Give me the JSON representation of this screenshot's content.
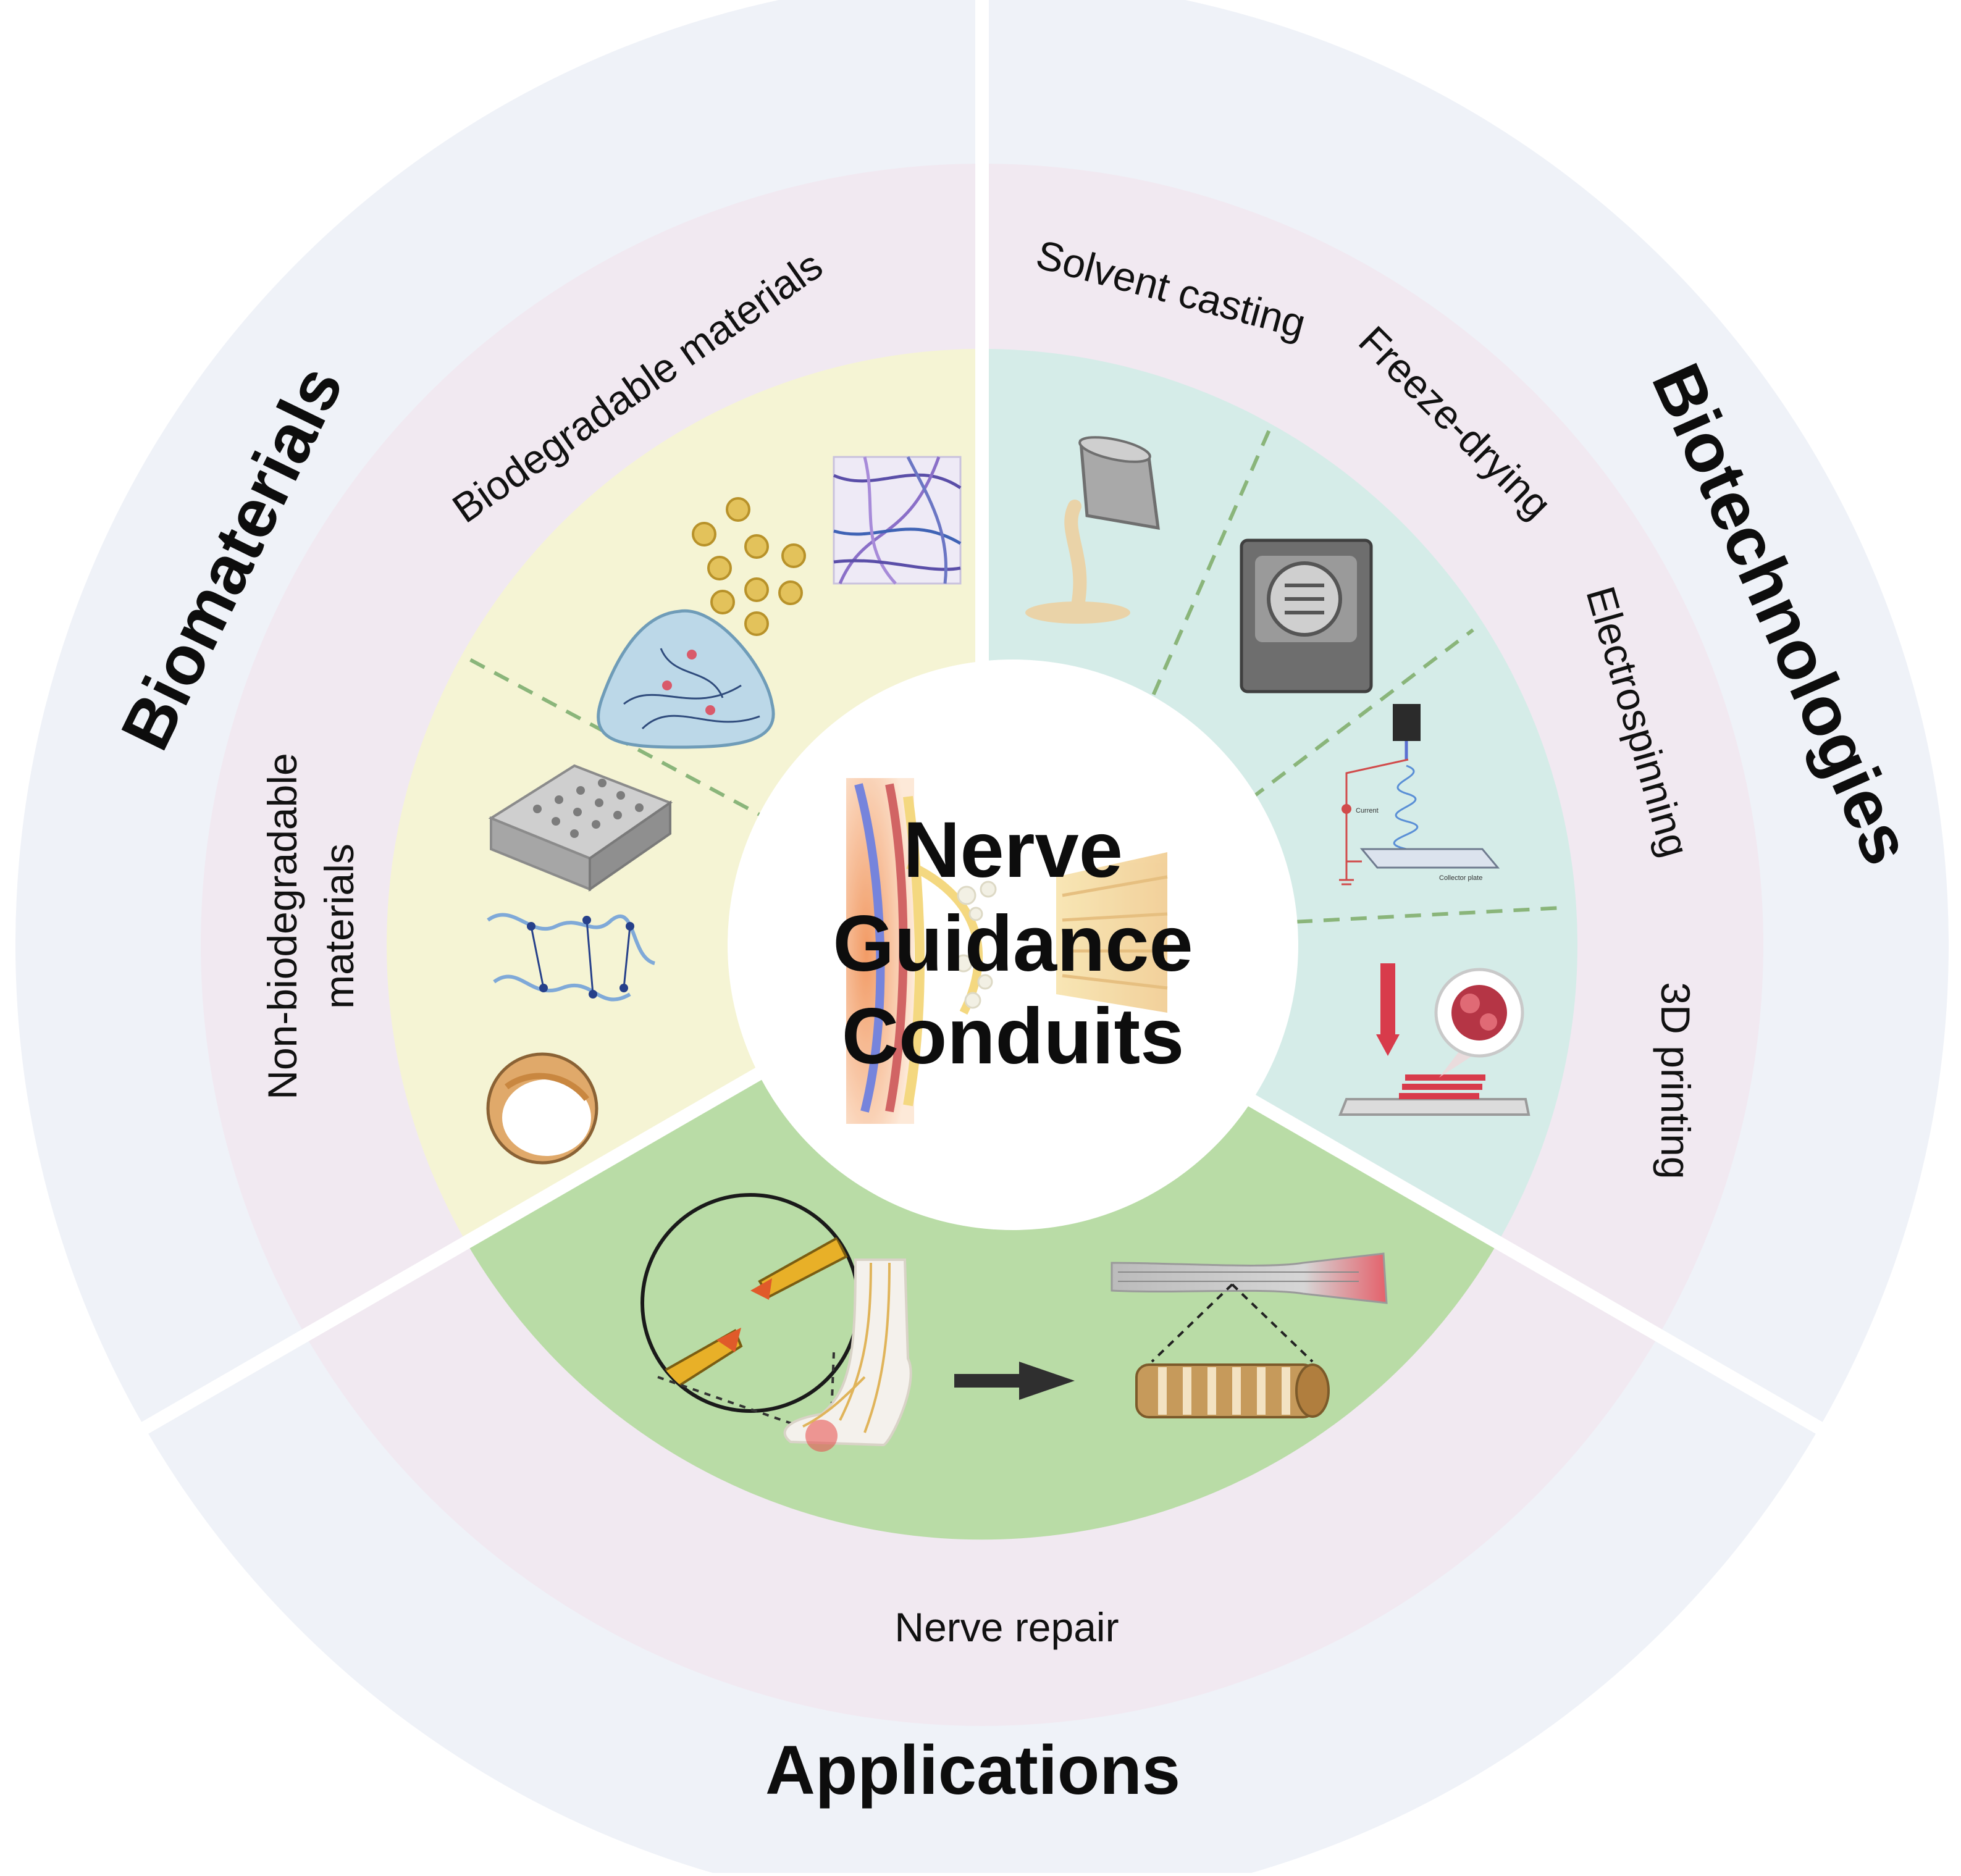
{
  "center": {
    "line1": "Nerve",
    "line2": "Guidance",
    "line3": "Conduits"
  },
  "sectors": {
    "biomaterials": {
      "title": "Biomaterials",
      "biodegradable": "Biodegradable materials",
      "non_biodegradable_1": "Non-biodegradable",
      "non_biodegradable_2": "materials"
    },
    "biotechnologies": {
      "title": "Biotechnologies",
      "solvent_casting": "Solvent casting",
      "freeze_drying": "Freeze-drying",
      "electrospinning": "Electrospinning",
      "printing_3d": "3D printing",
      "current_label": "Current",
      "collector_label": "Collector plate"
    },
    "applications": {
      "title": "Applications",
      "nerve_repair": "Nerve repair"
    }
  },
  "colors": {
    "outer_ring": "#eff2f8",
    "mid_ring": "#f1e9f1",
    "biomaterials_inner": "#f5f4d4",
    "biotech_inner": "#d5ece8",
    "applications_inner": "#b9dca6",
    "divider": "#8ab57a"
  }
}
